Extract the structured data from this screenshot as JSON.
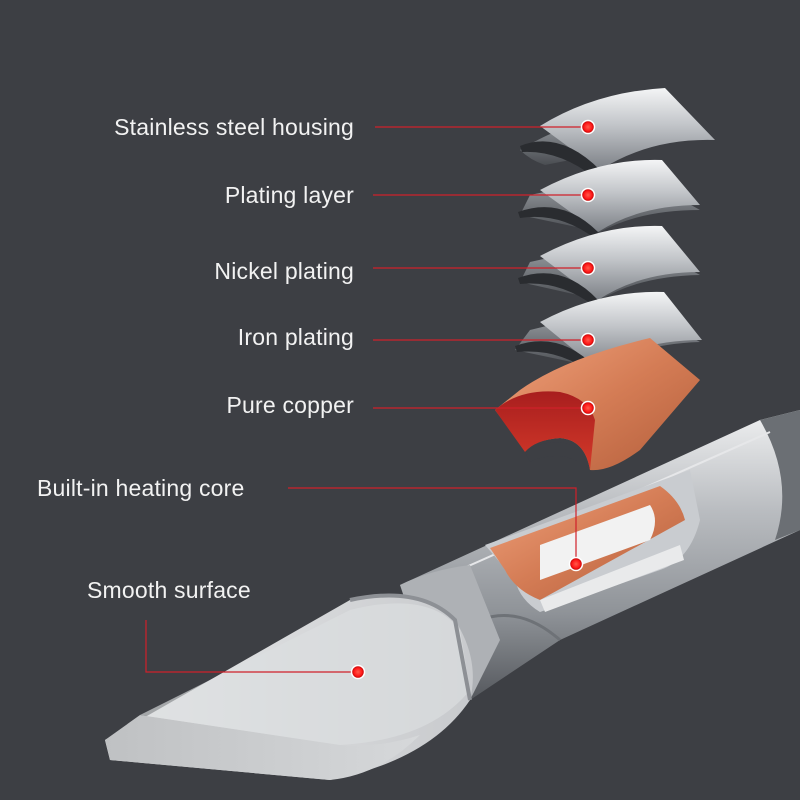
{
  "labels": {
    "stainless_steel_housing": "Stainless steel housing",
    "plating_layer": "Plating layer",
    "nickel_plating": "Nickel plating",
    "iron_plating": "Iron plating",
    "pure_copper": "Pure copper",
    "built_in_heating_core": "Built-in heating core",
    "smooth_surface": "Smooth surface"
  },
  "colors": {
    "background": "#3d3f44",
    "leader_line": "#d0202a",
    "dot_core": "#ff2020",
    "copper": "#d9805a",
    "steel": "#c9ccd0"
  }
}
